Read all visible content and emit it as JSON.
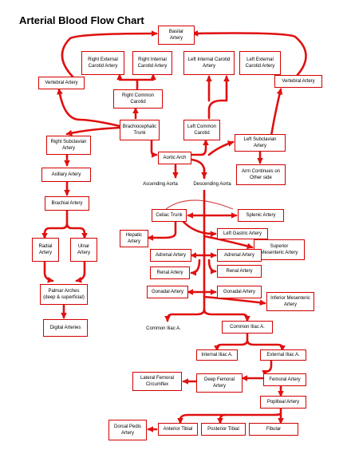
{
  "title": "Arterial Blood Flow Chart",
  "colors": {
    "arrow": "#e01010",
    "box_border": "#d40000",
    "arch": "#d85050"
  },
  "boxes": {
    "basilar": "Basilar\nArtery",
    "right_external_carotid": "Right External\nCarotid Artery",
    "right_internal_carotid": "Right Internal\nCarotid Artery",
    "left_internal_carotid": "Left Internal Carotid\nArtery",
    "left_external_carotid": "Left External\nCarotid Artery",
    "vertebral_left": "Vertebral Artery",
    "vertebral_right": "Vertebral Artery",
    "right_common_carotid": "Right Common\nCarotid",
    "brachiocephalic": "Brachiocephalic\nTrunk",
    "left_common_carotid": "Left Common\nCarotid",
    "right_subclavian": "Right Subclavian\nArtery",
    "left_subclavian": "Left Subclavian\nArtery",
    "aortic_arch": "Aortic Arch",
    "arm_continues": "Arm Continues on\nOther side",
    "axillary": "Axillary Artery",
    "ascending_aorta": "Ascending Aorta",
    "descending_aorta": "Descending Aorta",
    "brachial": "Brachial Artery",
    "celiac": "Celiac Trunk",
    "splenic": "Splenic Artery",
    "hepatic": "Hepatic\nArtery",
    "left_gastric": "Left Gastric Artery",
    "radial": "Radial\nArtery",
    "ulnar": "Ulnar\nArtery",
    "superior_mesenteric": "Superior\nMesenteric Artery",
    "adrenal_left": "Adrenal Artery",
    "adrenal_right": "Adrenal Artery",
    "renal_left": "Renal Artery",
    "renal_right": "Renal Artery",
    "palmar": "Palmar Arches\n(deep & superficial)",
    "gonadal_left": "Gonadal Artery",
    "gonadal_right": "Gonadal Artery",
    "inferior_mesenteric": "Inferior Mesenteric\nArtery",
    "digital": "Digital Arteries",
    "common_iliac_left": "Common Iliac A.",
    "common_iliac_right": "Common Iliac A.",
    "internal_iliac": "Internal Iliac A.",
    "external_iliac": "External Iliac A.",
    "lateral_femoral": "Lateral Femoral\nCircumflex",
    "deep_femoral": "Deep Femoral\nArtery",
    "femoral": "Femoral Artery",
    "popliteal": "Popliteal Artery",
    "dorsal_pedis": "Dorsal Pedis\nArtery",
    "anterior_tibial": "Anterior Tibial",
    "posterior_tibial": "Posterior Tibial",
    "fibular": "Fibular"
  }
}
